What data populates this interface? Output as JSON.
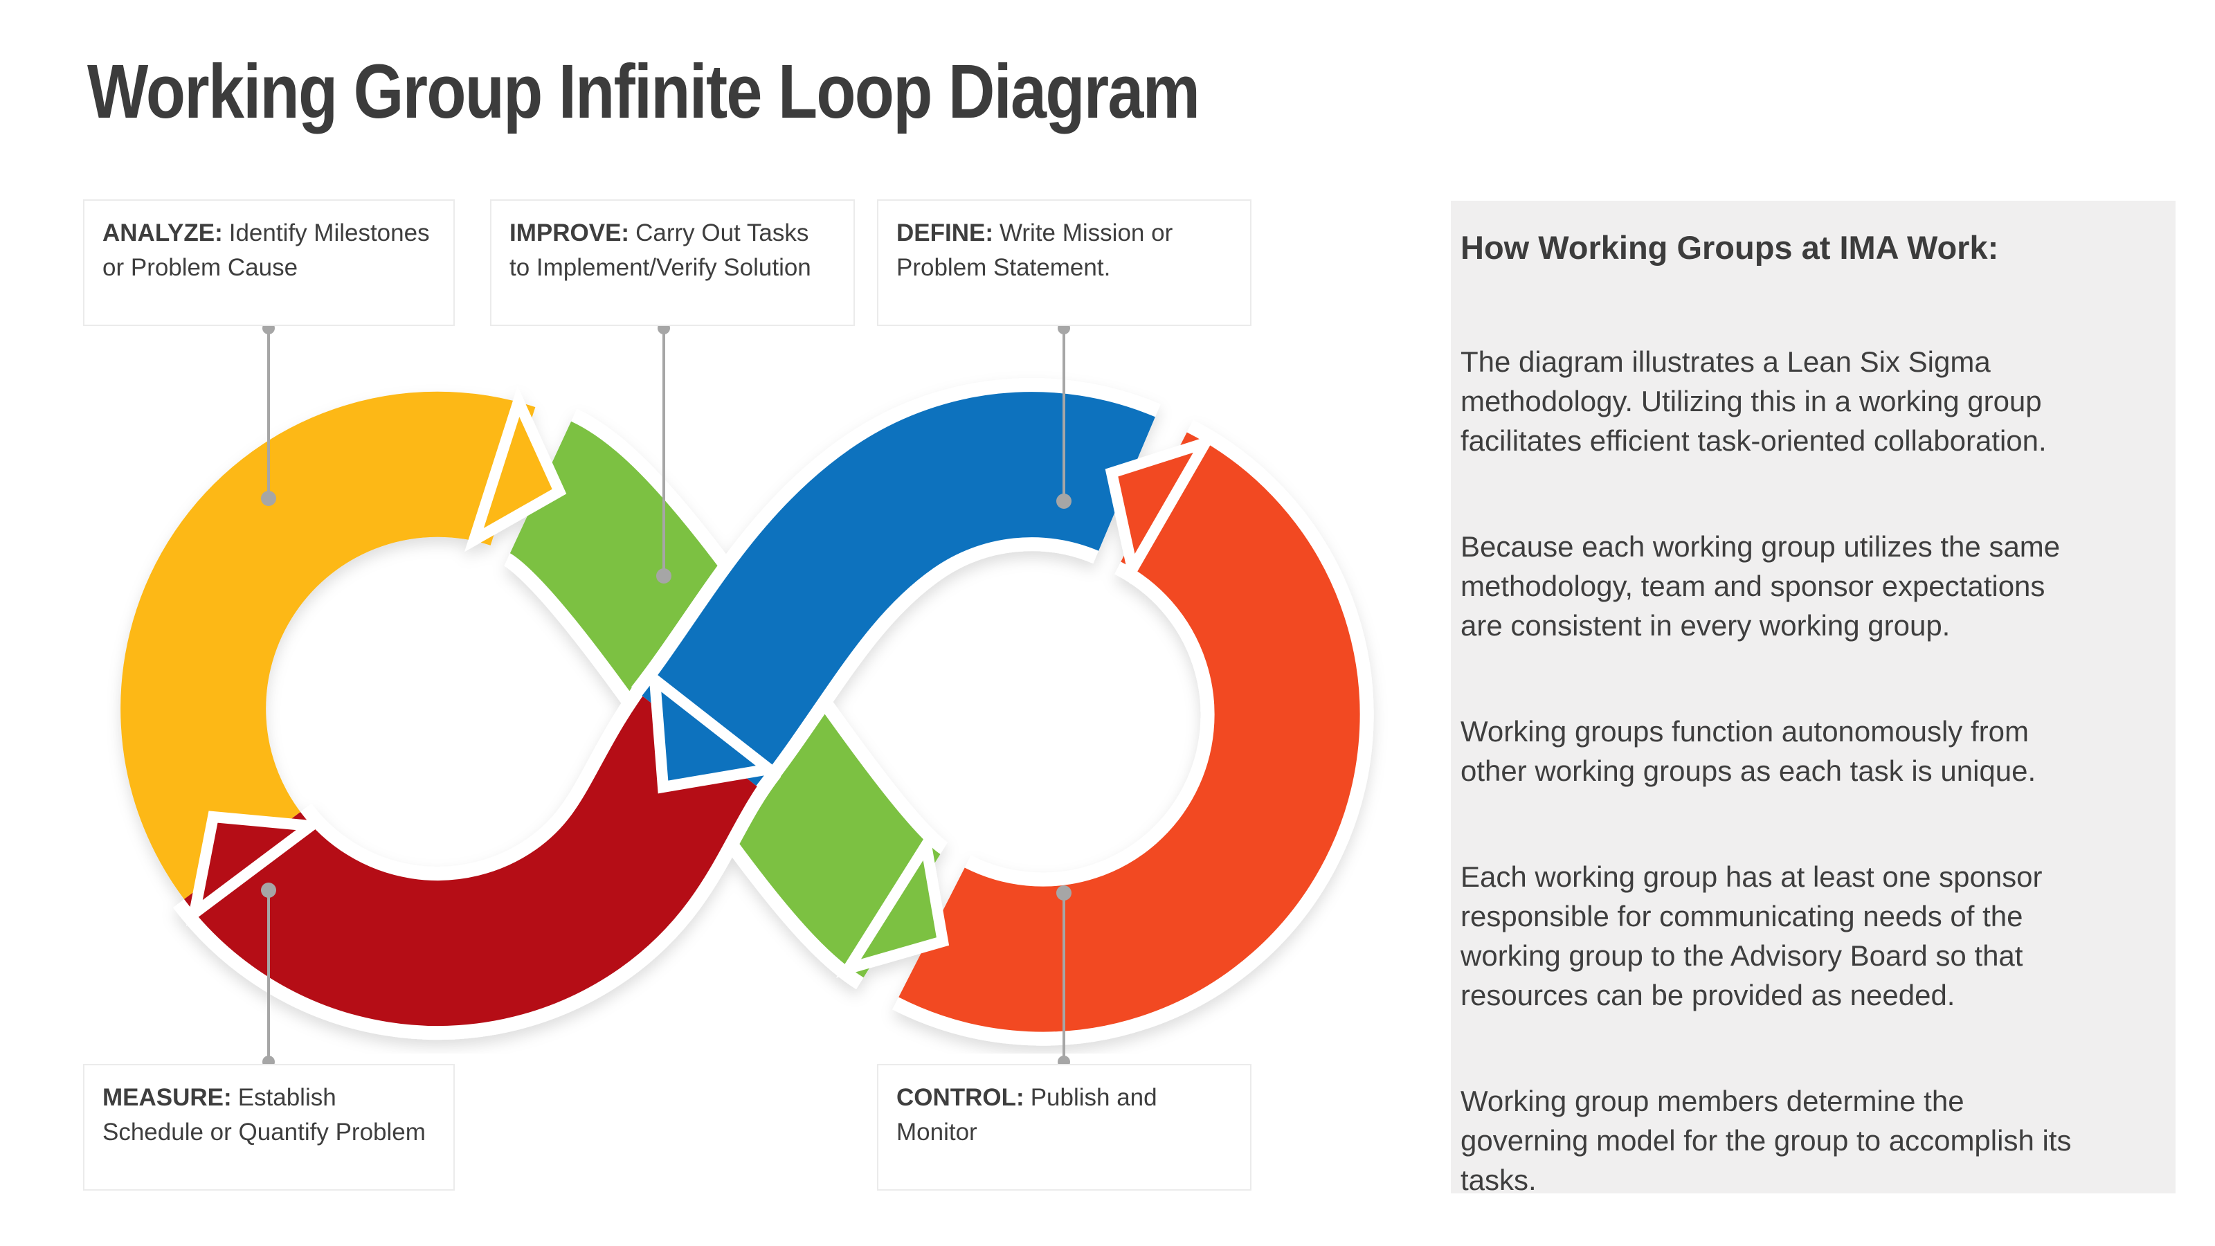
{
  "title": "Working Group Infinite Loop Diagram",
  "labels": {
    "analyze": {
      "prefix": "ANALYZE:",
      "text": "Identify Milestones or Problem Cause"
    },
    "improve": {
      "prefix": "IMPROVE:",
      "text": "Carry Out Tasks to Implement/Verify Solution"
    },
    "define": {
      "prefix": "DEFINE:",
      "text": "Write Mission or Problem Statement."
    },
    "measure": {
      "prefix": "MEASURE:",
      "text": "Establish Schedule or Quantify Problem"
    },
    "control": {
      "prefix": "CONTROL:",
      "text": "Publish and Monitor"
    }
  },
  "sidebar": {
    "heading": "How Working Groups at IMA Work:",
    "paragraphs": [
      "The diagram illustrates a Lean Six Sigma methodology. Utilizing this in a working group facilitates efficient task-oriented collaboration.",
      "Because each working group utilizes the same methodology, team and sponsor expectations are consistent in every working group.",
      "Working groups function autonomously from other working groups as each task is unique.",
      "Each working group has at least one sponsor responsible for communicating needs of the working group to the Advisory Board so that resources can be provided as needed.",
      "Working group members determine the governing model for the group to accomplish its tasks."
    ]
  },
  "colors": {
    "analyze": "#FDB813",
    "improve": "#7CC143",
    "define": "#0D72BE",
    "measure": "#B50F15",
    "control": "#F24A21",
    "connector": "#A6A6A6",
    "sidebar_bg": "#F0EFEF",
    "heading_text": "#3C3C3C",
    "body_text": "#3E3E3E",
    "box_border": "#EBEBEB"
  }
}
